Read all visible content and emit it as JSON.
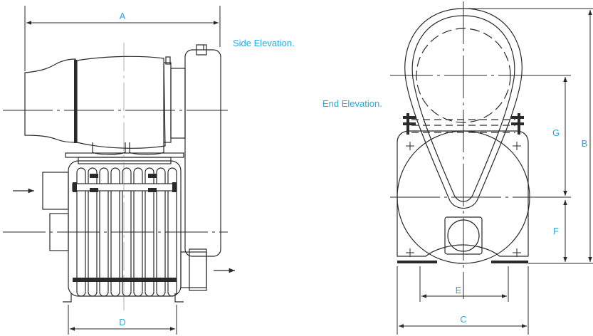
{
  "captions": {
    "side": "Side Elevation.",
    "end": "End Elevation."
  },
  "dims": {
    "a": "A",
    "b": "B",
    "c": "C",
    "d": "D",
    "e": "E",
    "f": "F",
    "g": "G"
  },
  "colors": {
    "line": "#2a2a2a",
    "dimension": "#29a8df"
  }
}
